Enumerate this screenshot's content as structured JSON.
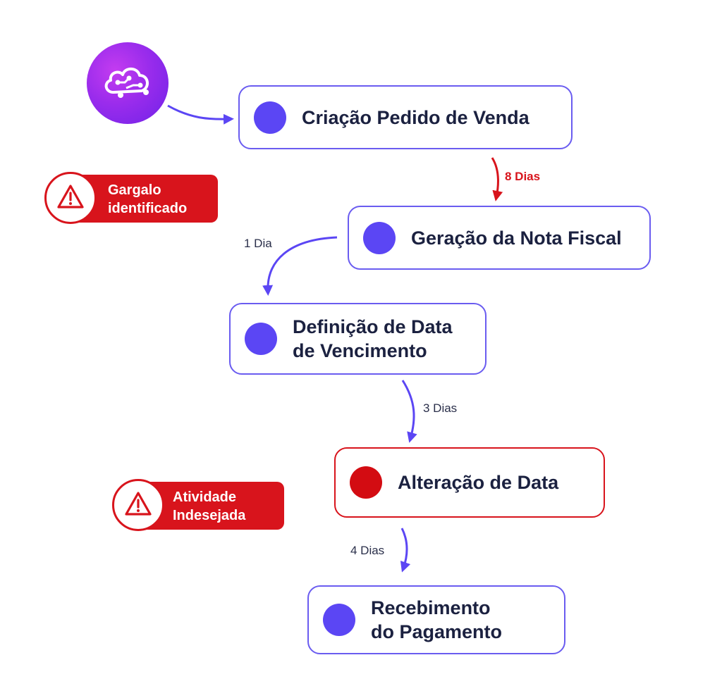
{
  "logo": {
    "icon": "cloud-network-icon"
  },
  "steps": [
    {
      "label": "Criação Pedido de Venda",
      "status": "normal"
    },
    {
      "label": "Geração da Nota Fiscal",
      "status": "normal"
    },
    {
      "label": "Definição de Data\nde Vencimento",
      "status": "normal"
    },
    {
      "label": "Alteração de Data",
      "status": "alert"
    },
    {
      "label": "Recebimento\ndo Pagamento",
      "status": "normal"
    }
  ],
  "edges": [
    {
      "label": "8 Dias",
      "highlight": true
    },
    {
      "label": "1 Dia",
      "highlight": false
    },
    {
      "label": "3 Dias",
      "highlight": false
    },
    {
      "label": "4 Dias",
      "highlight": false
    }
  ],
  "callouts": [
    {
      "text": "Gargalo\nidentificado",
      "icon": "warning-icon"
    },
    {
      "text": "Atividade\nIndesejada",
      "icon": "warning-icon"
    }
  ],
  "colors": {
    "primary": "#5b46f4",
    "alert": "#d8141c",
    "text": "#1b2140"
  }
}
